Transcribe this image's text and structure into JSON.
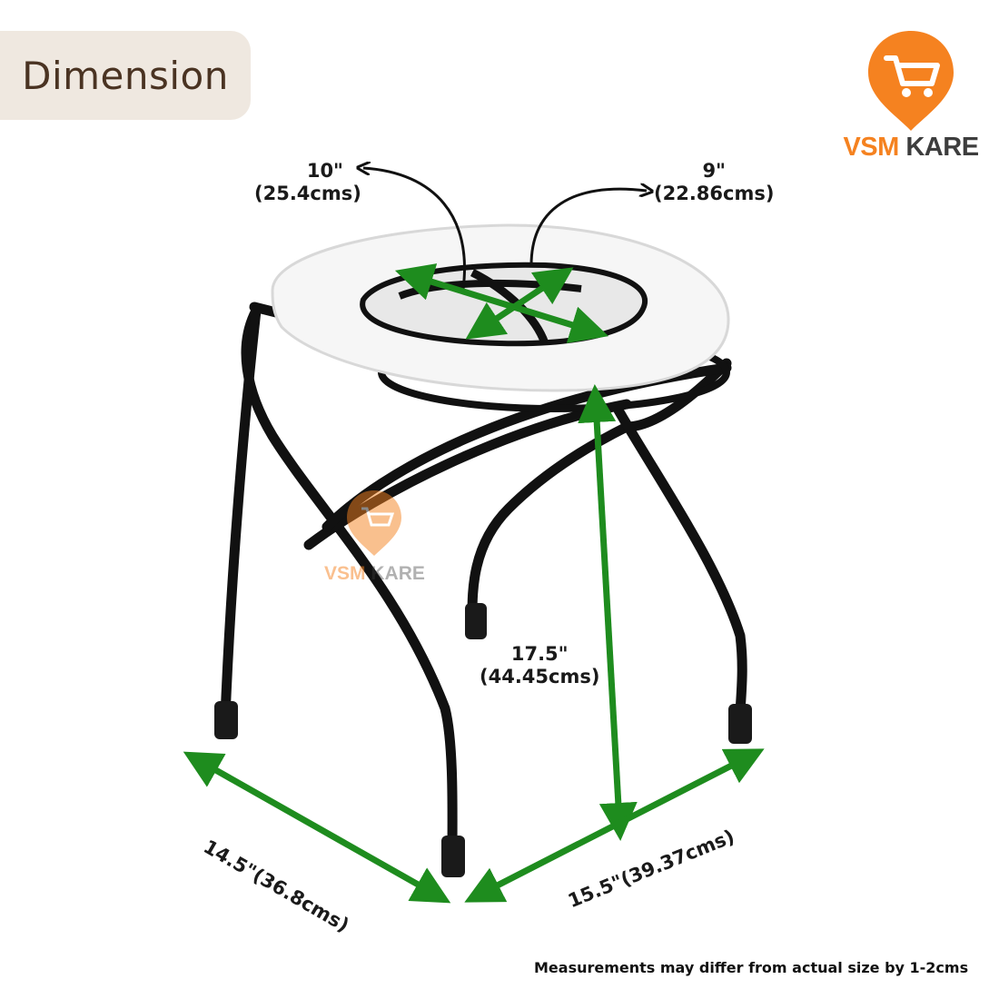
{
  "header": {
    "title": "Dimension"
  },
  "brand": {
    "name_part1": "VSM",
    "name_part2": "KARE",
    "accent_color": "#f58220",
    "dark_color": "#3d3d3d"
  },
  "watermark": {
    "name_part1": "VSM",
    "name_part2": "KARE"
  },
  "product": {
    "icon": "commode-chair-illustration"
  },
  "dimensions": {
    "seat_width": {
      "inches": "10\"",
      "cms": "(25.4cms)"
    },
    "seat_depth": {
      "inches": "9\"",
      "cms": "(22.86cms)"
    },
    "height": {
      "inches": "17.5\"",
      "cms": "(44.45cms)"
    },
    "base_left": "14.5\"(36.8cms)",
    "base_right": "15.5\"(39.37cms)"
  },
  "arrow_color": "#1e8c1e",
  "footer": {
    "note": "Measurements may differ from actual size by 1-2cms"
  }
}
